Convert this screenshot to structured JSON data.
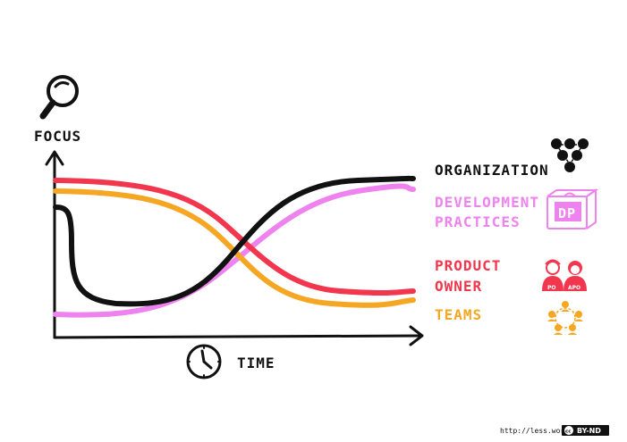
{
  "axes": {
    "y_label": "FOCUS",
    "x_label": "TIME"
  },
  "legend": {
    "organization": "ORGANIZATION",
    "development_line1": "DEVELOPMENT",
    "development_line2": "PRACTICES",
    "product_owner_line1": "PRODUCT",
    "product_owner_line2": "OWNER",
    "teams": "TEAMS"
  },
  "icons": {
    "dp_box_text": "DP",
    "po_badge": "PO",
    "apo_badge": "APO",
    "magnifier": "magnifier-icon",
    "clock": "clock-icon",
    "org_chart": "org-chart-icon",
    "team_circle": "team-circle-icon"
  },
  "colors": {
    "organization": "#111111",
    "development_practices": "#ee82ee",
    "product_owner": "#f2364e",
    "teams": "#f5a623"
  },
  "footer": {
    "url": "http://less.works",
    "license": "BY-ND",
    "cc": "cc"
  }
}
